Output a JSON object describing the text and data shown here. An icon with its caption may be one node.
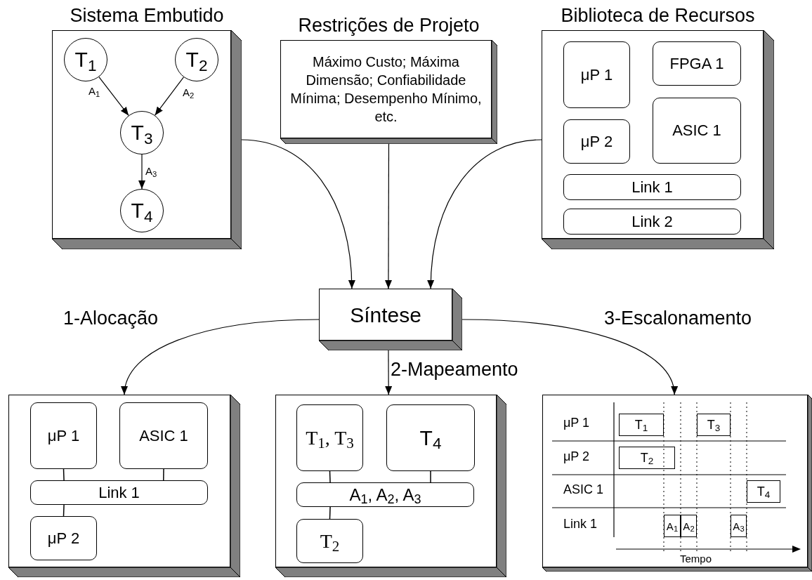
{
  "diagram": {
    "nodes": [
      {
        "text": [
          "Sistema Embutido"
        ]
      },
      {
        "text": [
          "T$_{1}$"
        ],
        "in": 0
      },
      {
        "text": [
          "T$_{2}$"
        ],
        "in": 0
      },
      {
        "text": [
          "T$_{3}$"
        ],
        "in": 0
      },
      {
        "text": [
          "T$_{4}$"
        ],
        "in": 0
      },
      {
        "text": [
          "Restrições de Projeto",
          "Máximo Custo; Máxima Dimensão; Confiabilidade Mínima; Desempenho Mínimo, etc."
        ]
      },
      {
        "text": [
          "Biblioteca de Recursos"
        ]
      },
      {
        "text": [
          "μP 1"
        ],
        "in": 6
      },
      {
        "text": [
          "FPGA 1"
        ],
        "in": 6
      },
      {
        "text": [
          "μP 2"
        ],
        "in": 6
      },
      {
        "text": [
          "ASIC 1"
        ],
        "in": 6
      },
      {
        "text": [
          "Link 1"
        ],
        "in": 6
      },
      {
        "text": [
          "Link 2"
        ],
        "in": 6
      },
      {
        "text": [
          "Síntese"
        ]
      },
      {
        "text": [],
        "shape": "box"
      },
      {
        "text": [
          "μP 1"
        ],
        "in": 14
      },
      {
        "text": [
          "ASIC 1"
        ],
        "in": 14
      },
      {
        "text": [
          "Link 1"
        ],
        "in": 14
      },
      {
        "text": [
          "μP 2"
        ],
        "in": 14
      },
      {
        "text": [],
        "shape": "box"
      },
      {
        "text": [
          "T$_{1}$, T$_{3}$"
        ],
        "in": 19
      },
      {
        "text": [
          "T$_{4}$"
        ],
        "in": 19
      },
      {
        "text": [
          "A$_{1}$, A$_{2}$, A$_{3}$"
        ],
        "in": 19
      },
      {
        "text": [
          "T$_{2}$"
        ],
        "in": 19
      },
      {
        "text": [],
        "shape": "box"
      },
      {
        "text": [
          "T$_{1}$"
        ],
        "in": 24
      },
      {
        "text": [
          "T$_{3}$"
        ],
        "in": 24
      },
      {
        "text": [
          "T$_{2}$"
        ],
        "in": 24
      },
      {
        "text": [
          "T$_{4}$"
        ],
        "in": 24
      },
      {
        "text": [
          "A$_{1}$"
        ],
        "in": 24
      },
      {
        "text": [
          "A$_{2}$"
        ],
        "in": 24
      },
      {
        "text": [
          "A$_{3}$"
        ],
        "in": 24
      }
    ],
    "edges": [
      {
        "from": 1,
        "to": 3,
        "arrow": "to",
        "label": "A$_{1}$"
      },
      {
        "from": 2,
        "to": 3,
        "arrow": "to",
        "label": "A$_{2}$"
      },
      {
        "from": 3,
        "to": 4,
        "arrow": "to",
        "label": "A$_{3}$"
      },
      {
        "from": 0,
        "to": 13,
        "arrow": "to"
      },
      {
        "from": 5,
        "to": 13,
        "arrow": "to"
      },
      {
        "from": 6,
        "to": 13,
        "arrow": "to"
      },
      {
        "from": 13,
        "to": 14,
        "arrow": "to",
        "label": "1-Alocação"
      },
      {
        "from": 13,
        "to": 19,
        "arrow": "to",
        "label": "2-Mapeamento"
      },
      {
        "from": 13,
        "to": 24,
        "arrow": "to",
        "label": "3-Escalonamento"
      },
      {
        "from": 15,
        "to": 17,
        "arrow": "none"
      },
      {
        "from": 16,
        "to": 17,
        "arrow": "none"
      },
      {
        "from": 17,
        "to": 18,
        "arrow": "none"
      },
      {
        "from": 20,
        "to": 22,
        "arrow": "none"
      },
      {
        "from": 21,
        "to": 22,
        "arrow": "none"
      },
      {
        "from": 22,
        "to": 23,
        "arrow": "none"
      }
    ],
    "labels": [
      "μP 1",
      "μP 2",
      "ASIC 1",
      "Link 1",
      "Tempo"
    ]
  }
}
